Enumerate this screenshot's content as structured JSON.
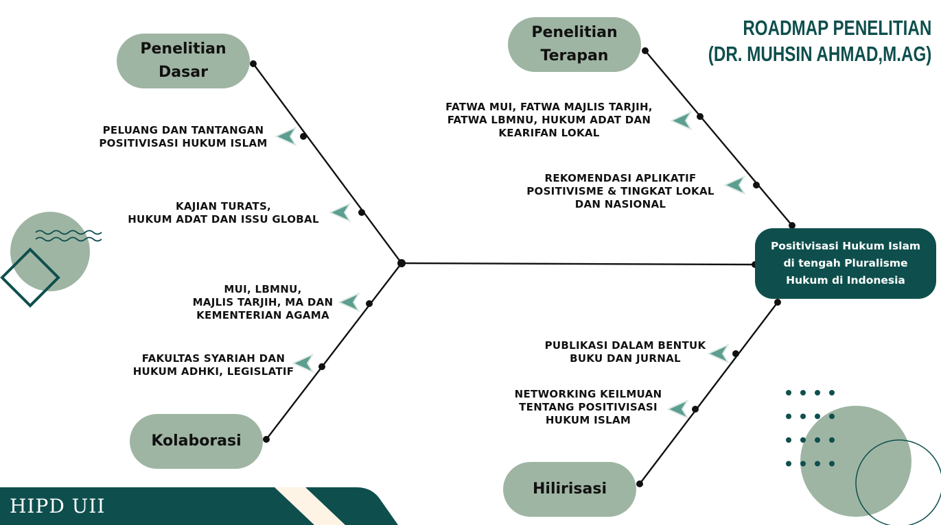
{
  "title": {
    "line1": "ROADMAP PENELITIAN",
    "line2": "(DR. MUHSIN AHMAD,M.AG)"
  },
  "topic": {
    "line1": "Positivisasi Hukum Islam",
    "line2": "di tengah Pluralisme",
    "line3": "Hukum di Indonesia"
  },
  "categories": {
    "dasar": {
      "line1": "Penelitian",
      "line2": "Dasar"
    },
    "terapan": {
      "line1": "Penelitian",
      "line2": "Terapan"
    },
    "kolaborasi": {
      "line1": "Kolaborasi"
    },
    "hilirisasi": {
      "line1": "Hilirisasi"
    }
  },
  "items": {
    "dasar_1": [
      "PELUANG DAN TANTANGAN",
      "POSITIVISASI HUKUM ISLAM"
    ],
    "dasar_2": [
      "KAJIAN TURATS,",
      "HUKUM ADAT DAN ISSU GLOBAL"
    ],
    "kolaborasi_1": [
      "MUI, LBMNU,",
      "MAJLIS TARJIH, MA DAN",
      "KEMENTERIAN AGAMA"
    ],
    "kolaborasi_2": [
      "FAKULTAS SYARIAH DAN",
      "HUKUM ADHKI, LEGISLATIF"
    ],
    "terapan_1": [
      "FATWA MUI, FATWA MAJLIS TARJIH,",
      "FATWA LBMNU, HUKUM ADAT DAN",
      "KEARIFAN LOKAL"
    ],
    "terapan_2": [
      "REKOMENDASI APLIKATIF",
      "POSITIVISME & TINGKAT LOKAL",
      "DAN NASIONAL"
    ],
    "hilirisasi_1": [
      "PUBLIKASI DALAM BENTUK",
      "BUKU DAN JURNAL"
    ],
    "hilirisasi_2": [
      "NETWORKING KEILMUAN",
      "TENTANG POSITIVISASI",
      "HUKUM ISLAM"
    ]
  },
  "footer": {
    "text": "HIPD UII"
  },
  "colors": {
    "dark_teal": "#0e4f4d",
    "sage": "#9fb5a3",
    "arrow_teal": "#5c9e90",
    "cream": "#fdf4e6"
  },
  "icons": {
    "arrow": "left-pointing-chevron-arrow-icon",
    "dot_grid": "dot-grid-decoration"
  }
}
